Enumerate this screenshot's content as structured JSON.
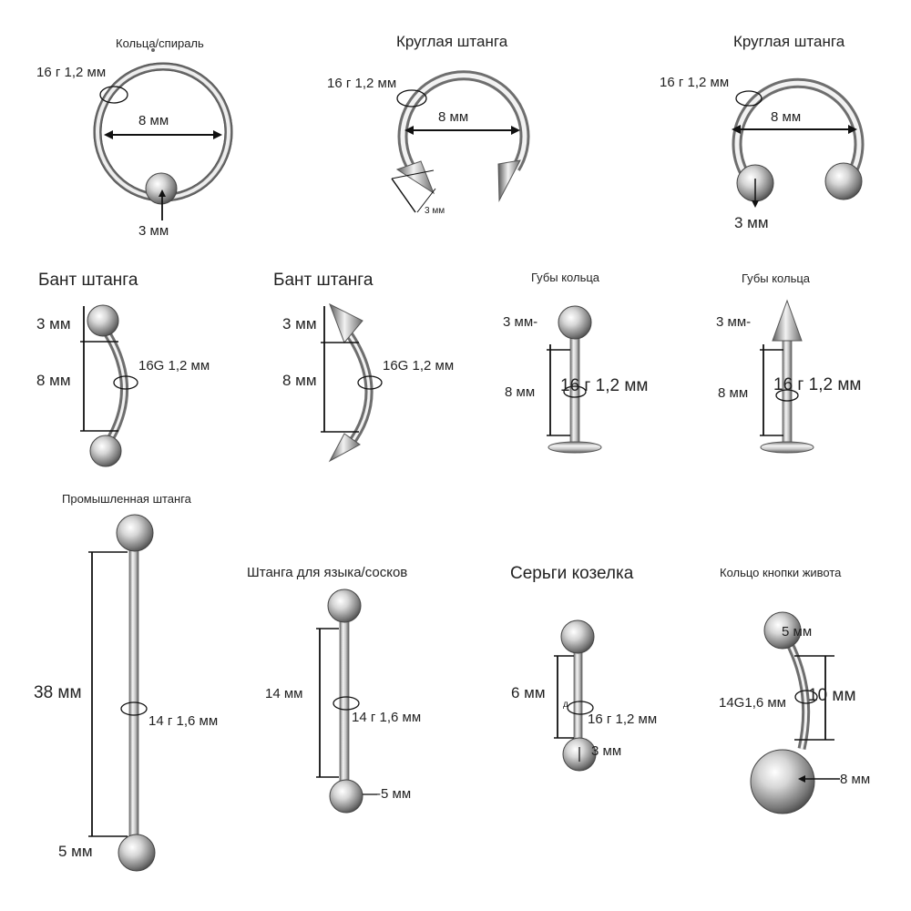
{
  "items": [
    {
      "title": "Кольца/спираль",
      "gauge": "16 г 1,2 мм",
      "diameter": "8 мм",
      "ball": "3 мм"
    },
    {
      "title": "Круглая штанга",
      "gauge": "16 г 1,2 мм",
      "diameter": "8 мм",
      "spike": "3 мм"
    },
    {
      "title": "Круглая штанга",
      "gauge": "16 г 1,2 мм",
      "diameter": "8 мм",
      "ball": "3 мм"
    },
    {
      "title": "Бант штанга",
      "ball": "3 мм",
      "length": "8 мм",
      "gauge": "16G 1,2 мм"
    },
    {
      "title": "Бант штанга",
      "ball": "3 мм",
      "length": "8 мм",
      "gauge": "16G 1,2 мм"
    },
    {
      "title": "Губы кольца",
      "ball": "3 мм-",
      "length": "8 мм",
      "gauge": "16 г 1,2 мм"
    },
    {
      "title": "Губы кольца",
      "ball": "3 мм-",
      "length": "8 мм",
      "gauge": "16 г 1,2 мм"
    },
    {
      "title": "Промышленная штанга",
      "length": "38 мм",
      "gauge": "14 г 1,6 мм",
      "ball": "5 мм"
    },
    {
      "title": "Штанга для языка/сосков",
      "length": "14 мм",
      "gauge": "14 г 1,6 мм",
      "ball": "-5 мм"
    },
    {
      "title": "Серьги козелка",
      "length": "6 мм",
      "gauge": "16 г 1,2 мм",
      "ball": "3 мм",
      "mark": "д"
    },
    {
      "title": "Кольцо кнопки живота",
      "small_ball": "5 мм",
      "gauge": "14G1,6 мм",
      "length": "10 мм",
      "big_ball": "8 мм"
    }
  ],
  "colors": {
    "metal_dark": "#6e6e6e",
    "metal_light": "#f4f4f4",
    "line": "#111111"
  }
}
